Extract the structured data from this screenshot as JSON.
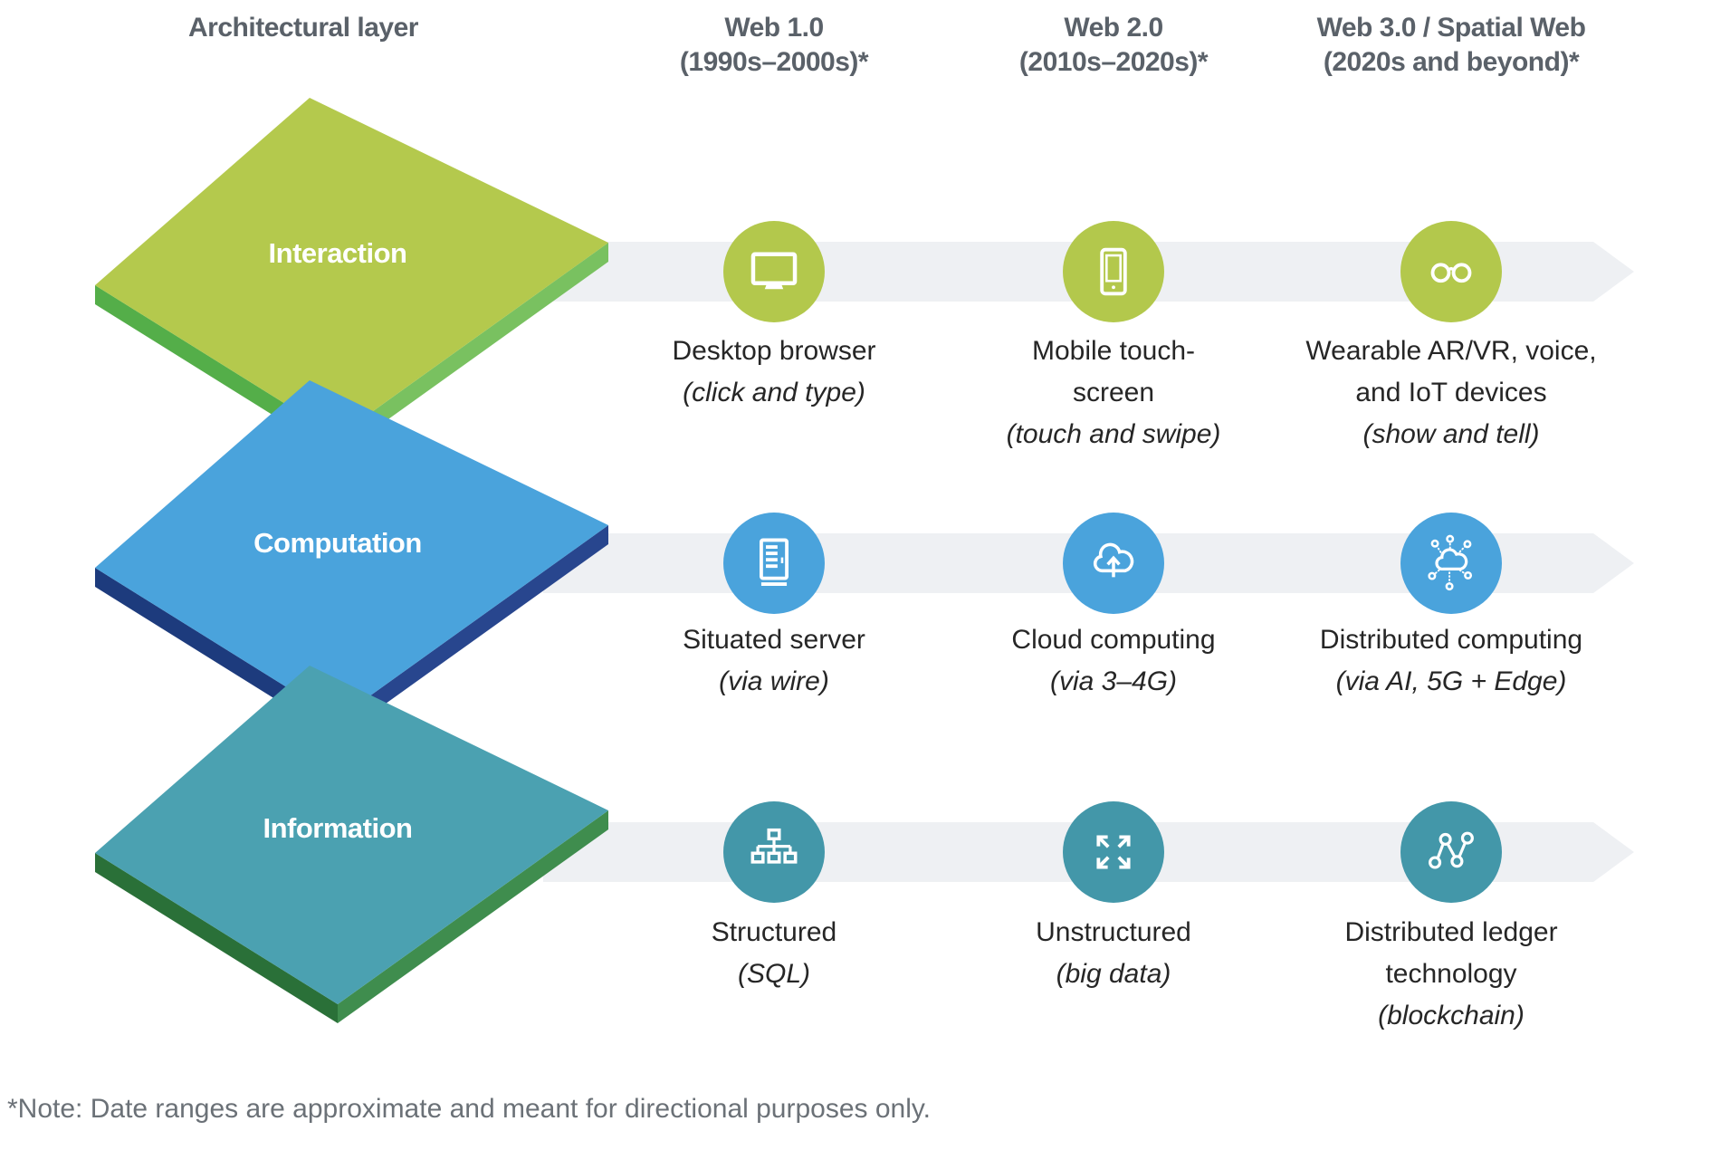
{
  "colors": {
    "interaction_green": "#b3c84c",
    "interaction_edge_left": "#54ae49",
    "interaction_edge_right": "#79c160",
    "computation_blue": "#4aa3dc",
    "computation_edge_left": "#1d3b7d",
    "computation_edge_right": "#28468e",
    "information_teal": "#4ba1b1",
    "information_circle_teal": "#4397a9",
    "information_edge_left": "#2a7038",
    "information_edge_right": "#3f8d4e",
    "band_gray": "#eef0f3",
    "header_gray": "#5a6169",
    "body_text": "#262626",
    "note_gray": "#6b7177"
  },
  "headers": {
    "layer_column": "Architectural layer",
    "columns": [
      {
        "title": "Web 1.0",
        "subtitle": "(1990s–2000s)*"
      },
      {
        "title": "Web 2.0",
        "subtitle": "(2010s–2020s)*"
      },
      {
        "title": "Web 3.0 / Spatial Web",
        "subtitle": "(2020s and beyond)*"
      }
    ]
  },
  "rows": [
    {
      "layer": "Interaction",
      "cells": [
        {
          "icon": "desktop-monitor-icon",
          "label_lines": [
            "Desktop browser"
          ],
          "detail": "(click and type)"
        },
        {
          "icon": "smartphone-icon",
          "label_lines": [
            "Mobile touch-",
            "screen"
          ],
          "detail": "(touch and swipe)"
        },
        {
          "icon": "glasses-icon",
          "label_lines": [
            "Wearable AR/VR, voice,",
            "and IoT devices"
          ],
          "detail": "(show and tell)"
        }
      ]
    },
    {
      "layer": "Computation",
      "cells": [
        {
          "icon": "server-cabinet-icon",
          "label_lines": [
            "Situated server"
          ],
          "detail": "(via wire)"
        },
        {
          "icon": "cloud-upload-icon",
          "label_lines": [
            "Cloud computing"
          ],
          "detail": "(via 3–4G)"
        },
        {
          "icon": "distributed-cloud-icon",
          "label_lines": [
            "Distributed computing"
          ],
          "detail": "(via AI, 5G + Edge)"
        }
      ]
    },
    {
      "layer": "Information",
      "cells": [
        {
          "icon": "sitemap-icon",
          "label_lines": [
            "Structured"
          ],
          "detail": "(SQL)"
        },
        {
          "icon": "expand-arrows-icon",
          "label_lines": [
            "Unstructured"
          ],
          "detail": "(big data)"
        },
        {
          "icon": "linked-nodes-icon",
          "label_lines": [
            "Distributed ledger",
            "technology"
          ],
          "detail": "(blockchain)"
        }
      ]
    }
  ],
  "note": "*Note: Date ranges are approximate and meant for directional purposes only."
}
